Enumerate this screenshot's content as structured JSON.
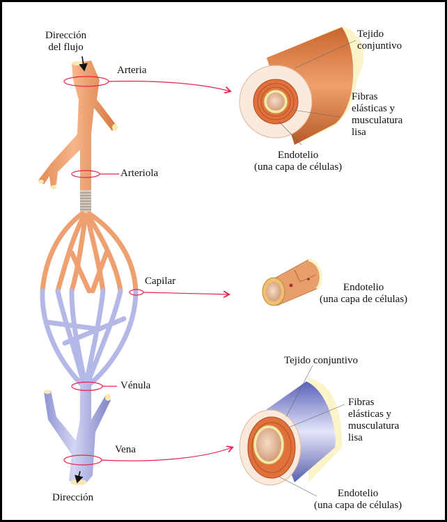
{
  "colors": {
    "artery": "#f0a070",
    "artery_dark": "#d67a45",
    "vein": "#b4b8e6",
    "vein_dark": "#7d82c4",
    "connective": "#fbe9dc",
    "muscle": "#e0703c",
    "endothelium": "#f5e8a8",
    "pointer": "#e8204a"
  },
  "left": {
    "flow_in": [
      "Dirección",
      "del flujo"
    ],
    "artery": "Arteria",
    "arteriole": "Arteriola",
    "capillary": "Capilar",
    "venule": "Vénula",
    "vein": "Vena",
    "flow_out": "Dirección"
  },
  "artery_section": {
    "connective": [
      "Tejido",
      "conjuntivo"
    ],
    "fibers": [
      "Fibras",
      "elásticas y",
      "musculatura",
      "lisa"
    ],
    "endothelium": [
      "Endotelio",
      "(una capa de células)"
    ]
  },
  "capillary_section": {
    "endothelium": [
      "Endotelio",
      "(una capa de células)"
    ]
  },
  "vein_section": {
    "connective": "Tejido conjuntivo",
    "fibers": [
      "Fibras",
      "elásticas y",
      "musculatura",
      "lisa"
    ],
    "endothelium": [
      "Endotelio",
      "(una capa de células)"
    ]
  }
}
